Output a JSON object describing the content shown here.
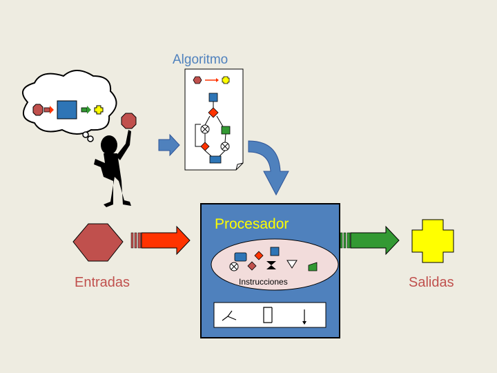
{
  "title": "Algoritmo",
  "inputs_label": "Entradas",
  "processor_label": "Procesador",
  "instructions_label": "Instrucciones",
  "outputs_label": "Salidas",
  "colors": {
    "background": "#eeece1",
    "input_shape": "#c0504d",
    "output_shape": "#ffff00",
    "processor": "#4f81bd",
    "instructions_panel": "#f2dcdb",
    "input_arrow": "#ff3300",
    "output_arrow": "#339933",
    "flow_arrow": "#4f81bd",
    "title_text": "#4f81bd",
    "io_text": "#c0504d"
  },
  "icons": {
    "thinker": "person-thinking-icon",
    "input": "hexagon-icon",
    "output": "cross-shape-icon",
    "document": "flowchart-document-icon"
  }
}
